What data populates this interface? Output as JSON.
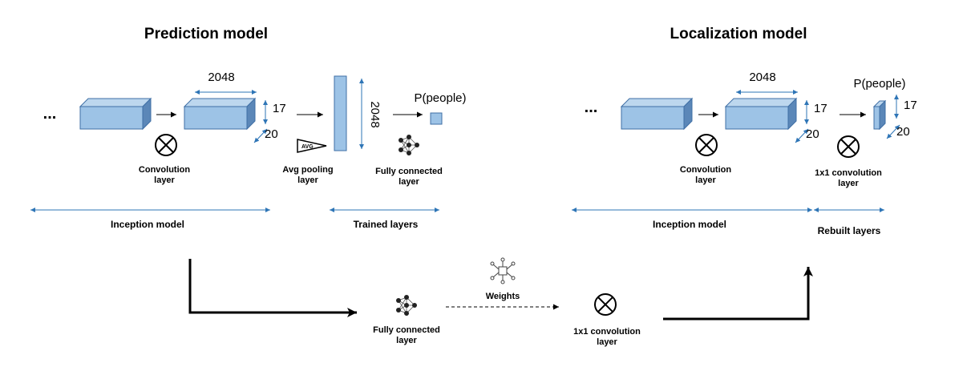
{
  "prediction": {
    "title": "Prediction  model",
    "ellipsis": "...",
    "width_label": "2048",
    "height_label": "17",
    "depth_label": "20",
    "conv_label": [
      "Convolution",
      "layer"
    ],
    "avg_icon_text": "AVG",
    "avg_label": [
      "Avg pooling",
      "layer"
    ],
    "vector_label": "2048",
    "output_label": "P(people)",
    "fc_label": [
      "Fully connected",
      "layer"
    ],
    "section_left": "Inception model",
    "section_right": "Trained layers"
  },
  "localization": {
    "title": "Localization  model",
    "ellipsis": "...",
    "width_label": "2048",
    "height_label": "17",
    "depth_label": "20",
    "conv_label": [
      "Convolution",
      "layer"
    ],
    "output_label": "P(people)",
    "out_height_label": "17",
    "out_depth_label": "20",
    "conv1x1_label": [
      "1x1 convolution",
      "layer"
    ],
    "section_left": "Inception model",
    "section_right": "Rebuilt layers"
  },
  "transfer": {
    "fc_label": [
      "Fully connected",
      "layer"
    ],
    "weights_label": "Weights",
    "conv1x1_label": [
      "1x1 convolution",
      "layer"
    ]
  },
  "colors": {
    "block_front": "#9dc3e6",
    "block_top": "#bdd7ee",
    "block_side": "#5b87b8",
    "block_stroke": "#3f6fa5",
    "dimension_arrow": "#2e75b6",
    "text": "#000000"
  }
}
